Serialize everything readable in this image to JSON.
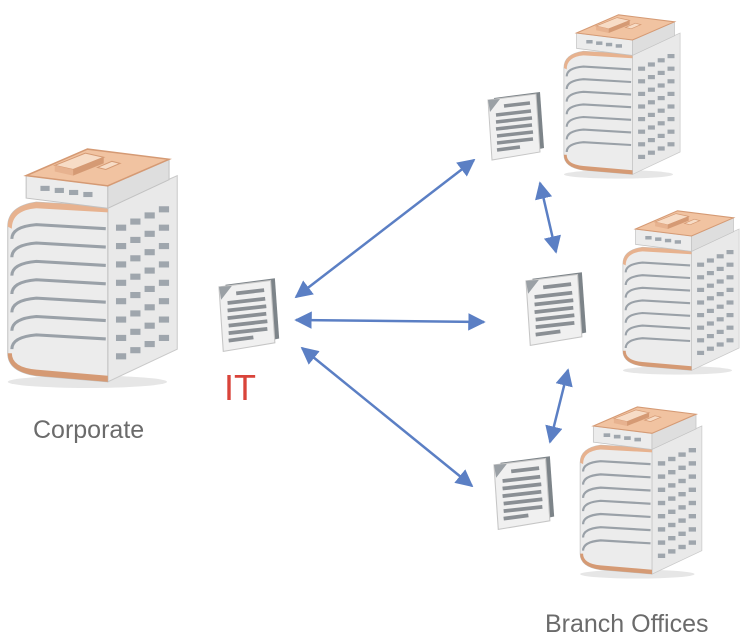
{
  "labels": {
    "corporate": "Corporate",
    "it": "IT",
    "branch_offices": "Branch Offices"
  },
  "colors": {
    "arrow": "#5b7fc4",
    "roof": "#e7b28f",
    "roof_top": "#f4c9a8",
    "wall_light": "#f2f2f2",
    "wall_mid": "#dcdcdc",
    "window": "#b7bcc2",
    "document": "#eeeeee",
    "document_lines": "#8a8f94",
    "it_label": "#d9443a",
    "text": "#6b6b6b"
  },
  "icons": [
    "building-icon",
    "document-icon"
  ]
}
